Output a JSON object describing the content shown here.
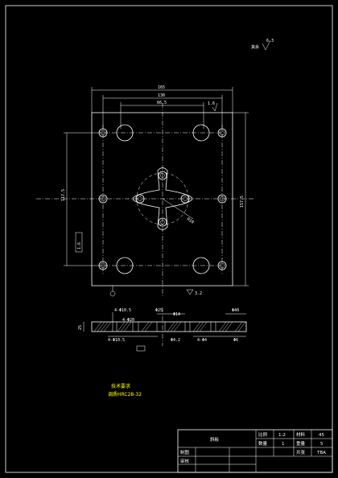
{
  "drawing": {
    "roughness_note": "其余",
    "roughness_value": "6.3",
    "roughness_mid": "1.6",
    "roughness_bottom": "3.2",
    "dims": {
      "overall_width": "165",
      "inner_width": "130",
      "center_width": "66.5",
      "height_left": "117.5",
      "height_right": "157.5",
      "diag": "R10",
      "left_box": "1.6",
      "section_a": "4-Φ10.5",
      "section_b": "Φ25",
      "section_c": "Φ14",
      "section_d": "Φ40",
      "section_e": "4-Φ20",
      "section_f": "4-Φ10.5",
      "section_g": "Φ4.2",
      "section_h": "4-Φ4",
      "section_i": "Φ6",
      "thickness": "25"
    },
    "notes_title": "技术要求",
    "notes_line": "调质HRC28-32"
  },
  "title_block": {
    "name_label": "斜板",
    "scale_label": "比例",
    "scale_value": "1:2",
    "material_label": "材料",
    "material_value": "45",
    "qty_label": "数量",
    "qty_value": "1",
    "weight_label": "重量",
    "weight_value": "5",
    "drawn_label": "制图",
    "checked_label": "审核",
    "sheet_label": "共张",
    "code_value": "TBA"
  }
}
